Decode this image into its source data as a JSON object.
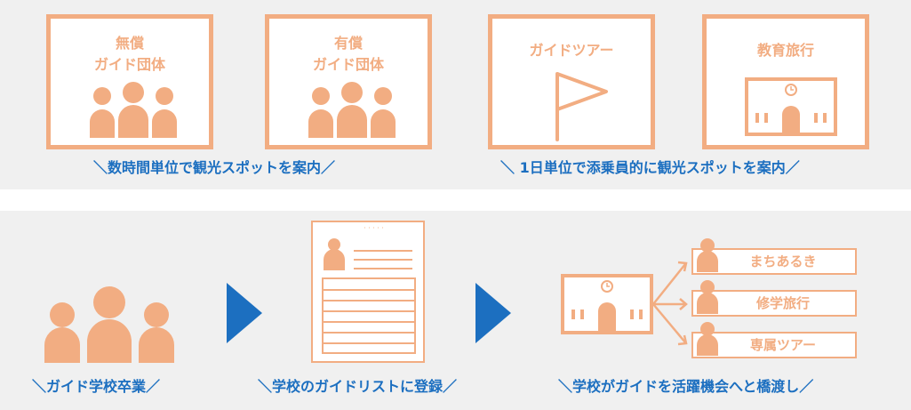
{
  "colors": {
    "accent": "#f2ad82",
    "caption_blue": "#1c6fc0",
    "band_bg": "#f0f0f0"
  },
  "top": {
    "cards": [
      {
        "line1": "無償",
        "line2": "ガイド団体",
        "icon": "group-of-people-icon"
      },
      {
        "line1": "有償",
        "line2": "ガイド団体",
        "icon": "group-of-people-icon"
      },
      {
        "line1": "ガイドツアー",
        "icon": "flag-icon"
      },
      {
        "line1": "教育旅行",
        "icon": "school-building-icon"
      }
    ],
    "caption_left": "＼数時間単位で観光スポットを案内／",
    "caption_right": "＼ 1日単位で添乗員的に観光スポットを案内／"
  },
  "bottom": {
    "step1_caption": "＼ガイド学校卒業／",
    "step2_caption": "＼学校のガイドリストに登録／",
    "step3_caption": "＼学校がガイドを活躍機会へと橋渡し／",
    "doc_dots": "・・・・・",
    "destinations": [
      "まちあるき",
      "修学旅行",
      "専属ツアー"
    ]
  }
}
